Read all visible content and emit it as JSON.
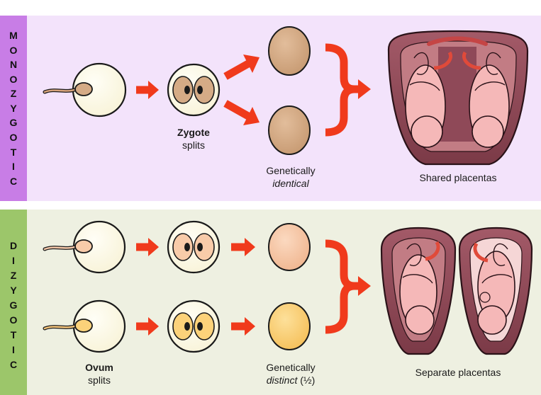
{
  "monozygotic": {
    "side_label": "MONOZYGOTIC",
    "stage_title": "Zygote",
    "stage_sub": "splits",
    "genetic_line1": "Genetically",
    "genetic_line2": "identical",
    "placenta_caption": "Shared placentas"
  },
  "dizygotic": {
    "side_label": "DIZYGOTIC",
    "stage_title": "Ovum",
    "stage_sub": "splits",
    "genetic_line1": "Genetically",
    "genetic_line2": "distinct",
    "genetic_fraction": "(½)",
    "placenta_caption": "Separate placentas"
  },
  "colors": {
    "mono_band": "#c87de6",
    "mono_panel": "#f3e3fb",
    "di_band": "#9cc66a",
    "di_panel": "#eef0e1",
    "arrow": "#f03a1c",
    "egg_plain": "#fdfbe6",
    "embryo_identical": "#d5ab86",
    "embryo_pink": "#f8cba9",
    "embryo_yellow": "#fcd27a",
    "uterus_wall": "#88404f",
    "fetus_skin": "#f5b8b8"
  }
}
